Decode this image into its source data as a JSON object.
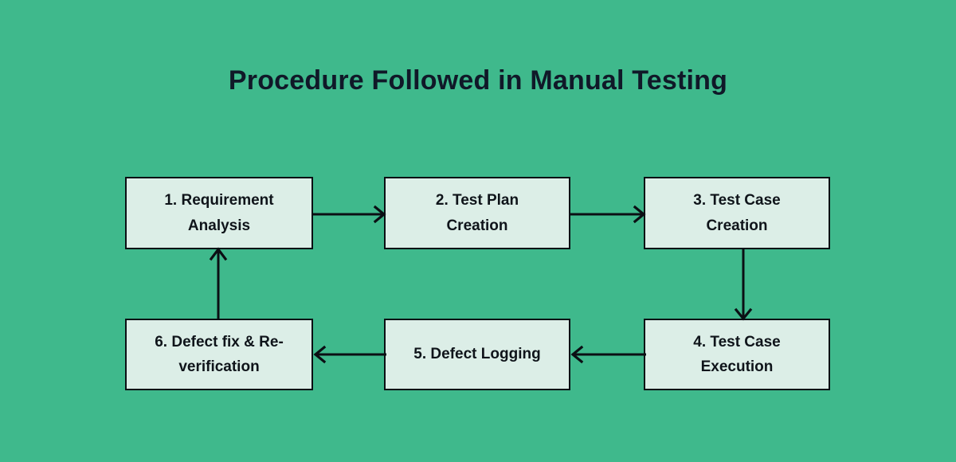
{
  "page": {
    "title": "Procedure Followed in Manual Testing",
    "background_color": "#3fb98c",
    "node_fill_color": "#dceee7",
    "node_border_color": "#0b0f14",
    "text_color": "#0f141a",
    "title_color": "#101828"
  },
  "diagram": {
    "type": "flowchart",
    "layout": "two-row cycle, left-to-right on top, right-to-left on bottom",
    "nodes": [
      {
        "id": "node-1",
        "number": "1.",
        "label": "1. Requirement Analysis",
        "line1": "1. Requirement",
        "line2": "Analysis"
      },
      {
        "id": "node-2",
        "number": "2.",
        "label": "2. Test Plan Creation",
        "line1": "2. Test Plan",
        "line2": "Creation"
      },
      {
        "id": "node-3",
        "number": "3.",
        "label": "3. Test Case Creation",
        "line1": "3. Test Case",
        "line2": "Creation"
      },
      {
        "id": "node-4",
        "number": "4.",
        "label": "4. Test Case Execution",
        "line1": "4. Test Case",
        "line2": "Execution"
      },
      {
        "id": "node-5",
        "number": "5.",
        "label": "5. Defect Logging",
        "line1": "5. Defect Logging",
        "line2": ""
      },
      {
        "id": "node-6",
        "number": "6.",
        "label": "6. Defect fix & Re-verification",
        "line1": "6. Defect fix & Re-",
        "line2": "verification"
      }
    ],
    "edges": [
      {
        "id": "edge-1-2",
        "from": "node-1",
        "to": "node-2",
        "direction": "right"
      },
      {
        "id": "edge-2-3",
        "from": "node-2",
        "to": "node-3",
        "direction": "right"
      },
      {
        "id": "edge-3-4",
        "from": "node-3",
        "to": "node-4",
        "direction": "down"
      },
      {
        "id": "edge-4-5",
        "from": "node-4",
        "to": "node-5",
        "direction": "left"
      },
      {
        "id": "edge-5-6",
        "from": "node-5",
        "to": "node-6",
        "direction": "left"
      },
      {
        "id": "edge-6-1",
        "from": "node-6",
        "to": "node-1",
        "direction": "up"
      }
    ]
  }
}
